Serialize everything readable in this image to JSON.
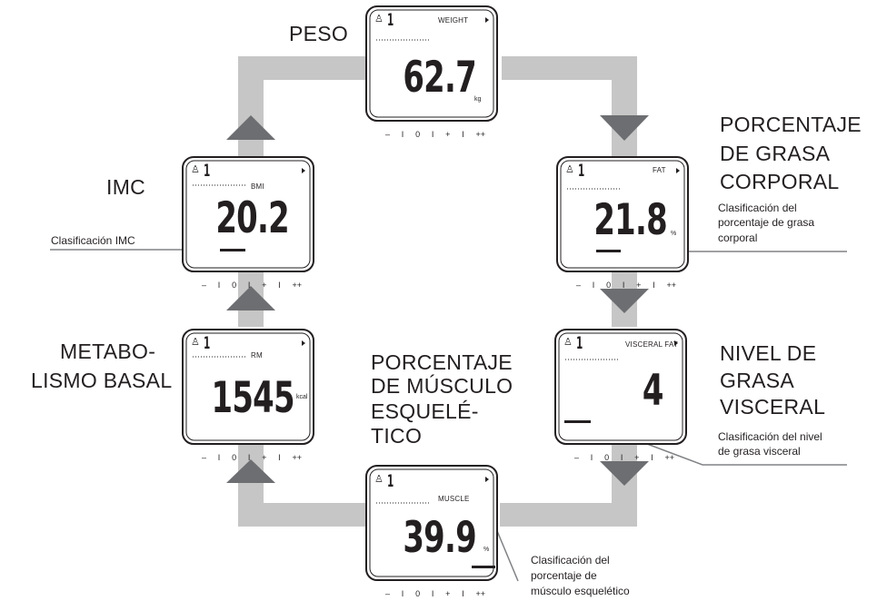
{
  "labels": {
    "peso": "PESO",
    "imc": "IMC",
    "grasa": [
      "PORCENTAJE",
      "DE GRASA",
      "CORPORAL"
    ],
    "metabolismo": [
      "METABO-",
      "LISMO BASAL"
    ],
    "musculo": [
      "PORCENTAJE",
      "DE MÚSCULO",
      "ESQUELÉ-",
      "TICO"
    ],
    "visceral": [
      "NIVEL DE",
      "GRASA",
      "VISCERAL"
    ]
  },
  "notes": {
    "imc": "Clasificación IMC",
    "grasa": [
      "Clasificación del",
      "porcentaje de grasa",
      "corporal"
    ],
    "visceral": [
      "Clasificación del nivel",
      "de grasa visceral"
    ],
    "musculo": [
      "Clasificación del",
      "porcentaje de",
      "músculo esquelético"
    ]
  },
  "displays": {
    "peso": {
      "user": "1",
      "label": "WEIGHT",
      "value": "62.7",
      "unit": "kg"
    },
    "grasa": {
      "user": "1",
      "label": "FAT",
      "value": "21.8",
      "unit": "%"
    },
    "visceral": {
      "user": "1",
      "label": "VISCERAL FAT",
      "value": "4",
      "unit": ""
    },
    "musculo": {
      "user": "1",
      "label": "MUSCLE",
      "value": "39.9",
      "unit": "%"
    },
    "metabolismo": {
      "user": "1",
      "label": "RM",
      "value": "1545",
      "unit": "kcal"
    },
    "imc": {
      "user": "1",
      "label": "BMI",
      "value": "20.2",
      "unit": ""
    }
  },
  "scale_marks": [
    "–",
    "I",
    "0",
    "I",
    "+",
    "I",
    "++"
  ],
  "colors": {
    "flow": "#c6c6c6",
    "arrow": "#6d6e71",
    "text": "#231f20",
    "line": "#808285"
  }
}
